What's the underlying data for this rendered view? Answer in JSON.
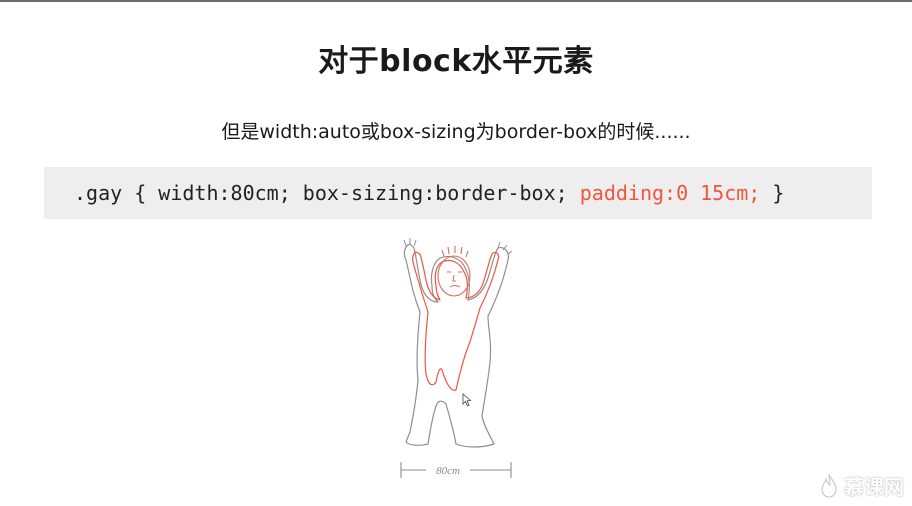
{
  "slide": {
    "title": "对于block水平元素",
    "subtitle": "但是width:auto或box-sizing为border-box的时候......"
  },
  "code": {
    "prefix": ".gay { width:80cm; box-sizing:border-box; ",
    "highlight": "padding:0 15cm;",
    "suffix": " }"
  },
  "illustration": {
    "measure_label": "80cm"
  },
  "watermark": {
    "text": "慕课网"
  },
  "colors": {
    "highlight": "#f0553e",
    "code_bg": "#eeeeee",
    "title": "#1a1a1a"
  }
}
